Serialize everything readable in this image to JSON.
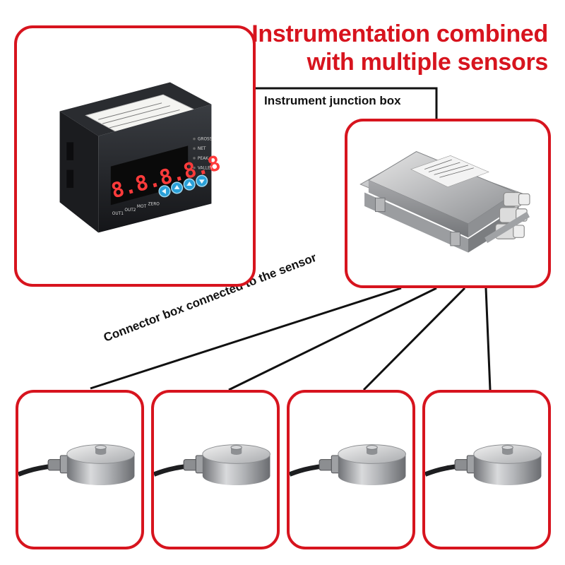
{
  "headline": {
    "line1": "Instrumentation combined",
    "line2": "with multiple sensors"
  },
  "labels": {
    "junction_box": "Instrument junction box",
    "connector_box": "Connector box connected to the sensor"
  },
  "instrument": {
    "display_digits": "8.8.8.8.8",
    "status_labels": [
      "GROSS",
      "NET",
      "PEAK",
      "VALLEY"
    ],
    "output_labels": [
      "OUT1",
      "OUT2",
      "MOT",
      "ZERO"
    ]
  },
  "colors": {
    "accent_red": "#d7141e",
    "wire": "#111111",
    "display_red": "#ff3b3b",
    "button_blue": "#2aa0d8"
  },
  "icons": {
    "buttons": [
      "clear-icon",
      "left-arrow-icon",
      "up-arrow-icon",
      "down-arrow-icon"
    ]
  }
}
